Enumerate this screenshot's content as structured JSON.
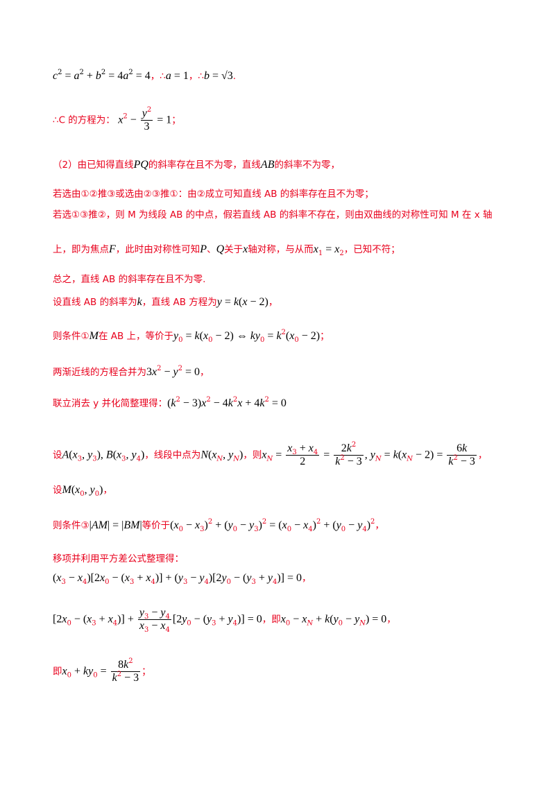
{
  "line1": {
    "sep1": "，",
    "therefore1": "∴",
    "sep2": "，",
    "therefore2": "∴",
    "end": "."
  },
  "line2": {
    "prefix": "∴C 的方程为：",
    "end": "；"
  },
  "line3": {
    "part1": "（2）由已知得直线",
    "part2": "的斜率存在且不为零，直线",
    "part3": "的斜率不为零，"
  },
  "line4": {
    "text": "若选由①②推③或选由②③推①：由②成立可知直线 AB 的斜率存在且不为零；"
  },
  "line5": {
    "text": "若选①③推②，则 M 为线段 AB 的中点，假若直线 AB 的斜率不存在，则由双曲线的对称性可知 M 在 x 轴"
  },
  "line6": {
    "part1": "上，即为焦点",
    "part2": "，此时由对称性可知",
    "part3": "、",
    "part4": "关于",
    "part5": "轴对称，与从而",
    "part6": "，已知不符；"
  },
  "line7": {
    "text": "总之，直线 AB 的斜率存在且不为零."
  },
  "line8": {
    "part1": "设直线 AB 的斜率为",
    "part2": "，直线 AB 方程为",
    "end": "，"
  },
  "line9": {
    "part1": "则条件①",
    "part2": "在 AB 上，等价于",
    "end": "；"
  },
  "line10": {
    "part1": "两渐近线的方程合并为",
    "end": "，"
  },
  "line11": {
    "part1": "联立消去 y 并化简整理得："
  },
  "line12": {
    "part1": "设",
    "part2": "，线段中点为",
    "part3": "，则",
    "end": "，"
  },
  "line13": {
    "part1": "设",
    "end": "，"
  },
  "line14": {
    "part1": "则条件③",
    "part2": "等价于",
    "end": "，"
  },
  "line15": {
    "text": "移项并利用平方差公式整理得："
  },
  "line16": {
    "end": "，"
  },
  "line17": {
    "mid": "，即",
    "end": "，"
  },
  "line18": {
    "part1": "即",
    "end": "；"
  }
}
